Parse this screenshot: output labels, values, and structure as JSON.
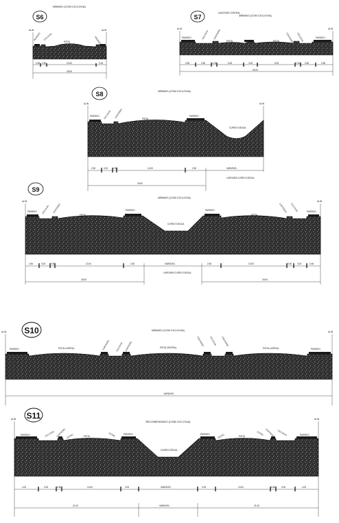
{
  "sections": [
    {
      "id": "S6",
      "title": "MÍNIMO (COM CICLOVIA)",
      "aln_left": "ALIN.",
      "aln_right": "ALIN.",
      "labels": [
        "PASSEIO",
        "CICLOVIA",
        "PISTA",
        "PASSEIO"
      ],
      "dims": [
        "2.50",
        "2.50",
        "10.00",
        "2.00"
      ],
      "total": "18.00"
    },
    {
      "id": "S7",
      "title": "MÍNIMO (COM CICLOVIA)",
      "aln_left": "ALIN.",
      "aln_right": "ALIN.",
      "labels": [
        "PASSEIO",
        "CICLOVIA",
        "CANTEIRO",
        "PISTA",
        "CANTEIRO CENTRAL",
        "PISTA",
        "CANTEIRO",
        "CICLOVIA",
        "PASSEIO"
      ],
      "dims": [
        "2.50",
        "2.50",
        "1.00",
        "6.00",
        "3.00",
        "6.00",
        "1.00",
        "2.50",
        "2.50"
      ],
      "total": "30.00"
    },
    {
      "id": "S8",
      "title": "MÍNIMO (COM CICLOVIA)",
      "aln_left": "ALIN.",
      "aln_right": "ALIN.",
      "labels": [
        "PASSEIO",
        "CICLOVIA",
        "CANTEIRO",
        "PISTA",
        "PASSEIO",
        "CURSO D'ÁGUA"
      ],
      "dims": [
        "2.50",
        "3.00",
        "0.50",
        "10.00",
        "2.50",
        "VARIÁVEL"
      ],
      "total": "18.00",
      "total_note": "LARGURA CURSO D'ÁGUA"
    },
    {
      "id": "S9",
      "title": "MÍNIMO (COM CICLOVIA)",
      "aln_left": "ALIN.",
      "aln_right": "ALIN.",
      "labels": [
        "PASSEIO",
        "CICLOVIA",
        "CANTEIRO",
        "PISTA",
        "PASSEIO",
        "CURSO D'ÁGUA",
        "PASSEIO",
        "PISTA",
        "CANTEIRO",
        "CICLOVIA",
        "PASSEIO"
      ],
      "dims": [
        "2.50",
        "3.00",
        "0.50",
        "10.00",
        "2.50",
        "VARIÁVEL",
        "2.50",
        "10.00",
        "0.50",
        "3.00",
        "2.50"
      ],
      "total_left": "18.00",
      "total_note": "LARGURA CURSO D'ÁGUA",
      "total_right": "18.00"
    },
    {
      "id": "S10",
      "title": "MÍNIMO (COM CICLOVIA)",
      "aln_left": "ALIN.",
      "aln_right": "ALIN.",
      "labels": [
        "PASSEIO",
        "PISTA LATERAL",
        "CANTEIRO",
        "CICLOVIA",
        "CANTEIRO",
        "PISTA CENTRAL",
        "CANTEIRO",
        "CICLOVIA",
        "CANTEIRO",
        "PISTA LATERAL",
        "PASSEIO"
      ],
      "total": "VARIÁVEL"
    },
    {
      "id": "S11",
      "title": "RECOMENDADO (COM CICLOVIA)",
      "aln_left": "ALIN.",
      "aln_right": "ALIN.",
      "labels": [
        "PASSEIO",
        "CICLOVIA",
        "CANTEIRO",
        "ESTAC.",
        "PISTA",
        "ESTAC.",
        "PASSEIO",
        "CURSO D'ÁGUA",
        "PASSEIO",
        "ESTAC.",
        "PISTA",
        "ESTAC.",
        "CANTEIRO",
        "CICLOVIA",
        "PASSEIO"
      ],
      "dims": [
        "4.00",
        "3.00",
        "0.50",
        "10.00",
        "3.00",
        "VARIÁVEL",
        "3.00",
        "10.00",
        "0.50",
        "3.00",
        "4.00"
      ],
      "total_left": "21.00",
      "total_mid": "VARIÁVEL",
      "total_right": "21.00"
    }
  ]
}
